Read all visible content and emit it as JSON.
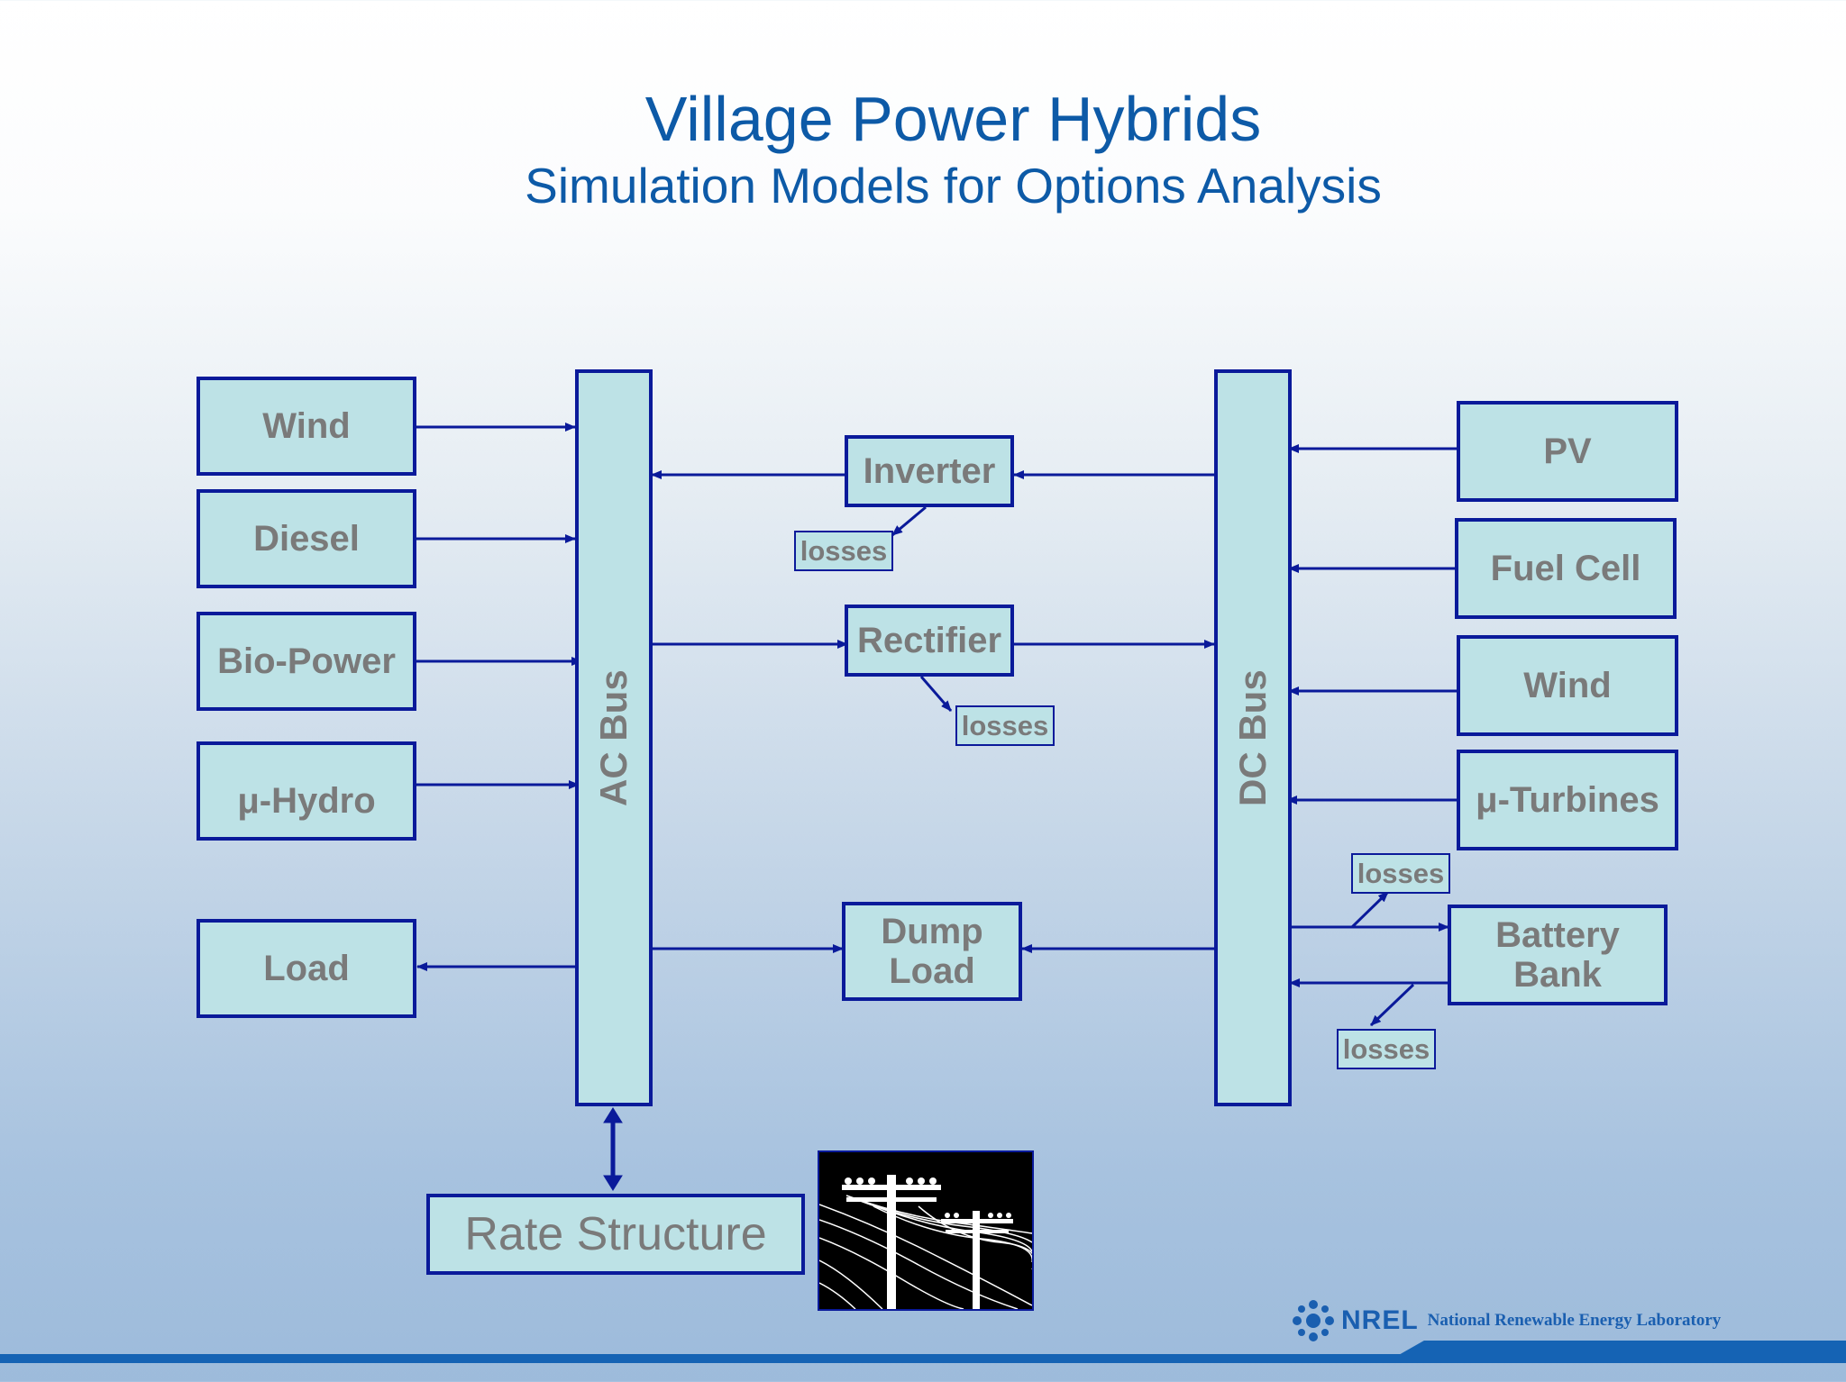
{
  "title": "Village Power Hybrids",
  "subtitle": "Simulation Models for Options Analysis",
  "ac_sources": {
    "wind": "Wind",
    "diesel": "Diesel",
    "bio_power": "Bio-Power",
    "micro_hydro": "μ-Hydro"
  },
  "load": "Load",
  "ac_bus": "AC Bus",
  "dc_bus": "DC Bus",
  "converters": {
    "inverter": "Inverter",
    "rectifier": "Rectifier",
    "dump_load": "Dump\nLoad"
  },
  "losses_label": "losses",
  "dc_sources": {
    "pv": "PV",
    "fuel_cell": "Fuel Cell",
    "wind": "Wind",
    "micro_turbines": "μ-Turbines"
  },
  "battery_bank": "Battery\nBank",
  "rate_structure": "Rate Structure",
  "footer": {
    "logo_text": "NREL",
    "org_name": "National Renewable Energy Laboratory"
  },
  "colors": {
    "title": "#0d5aa7",
    "box_fill": "#bde2e6",
    "box_border": "#0a1a9a",
    "box_text": "#7a7a7a",
    "arrow": "#0a1a9a",
    "footer": "#1563b4"
  }
}
